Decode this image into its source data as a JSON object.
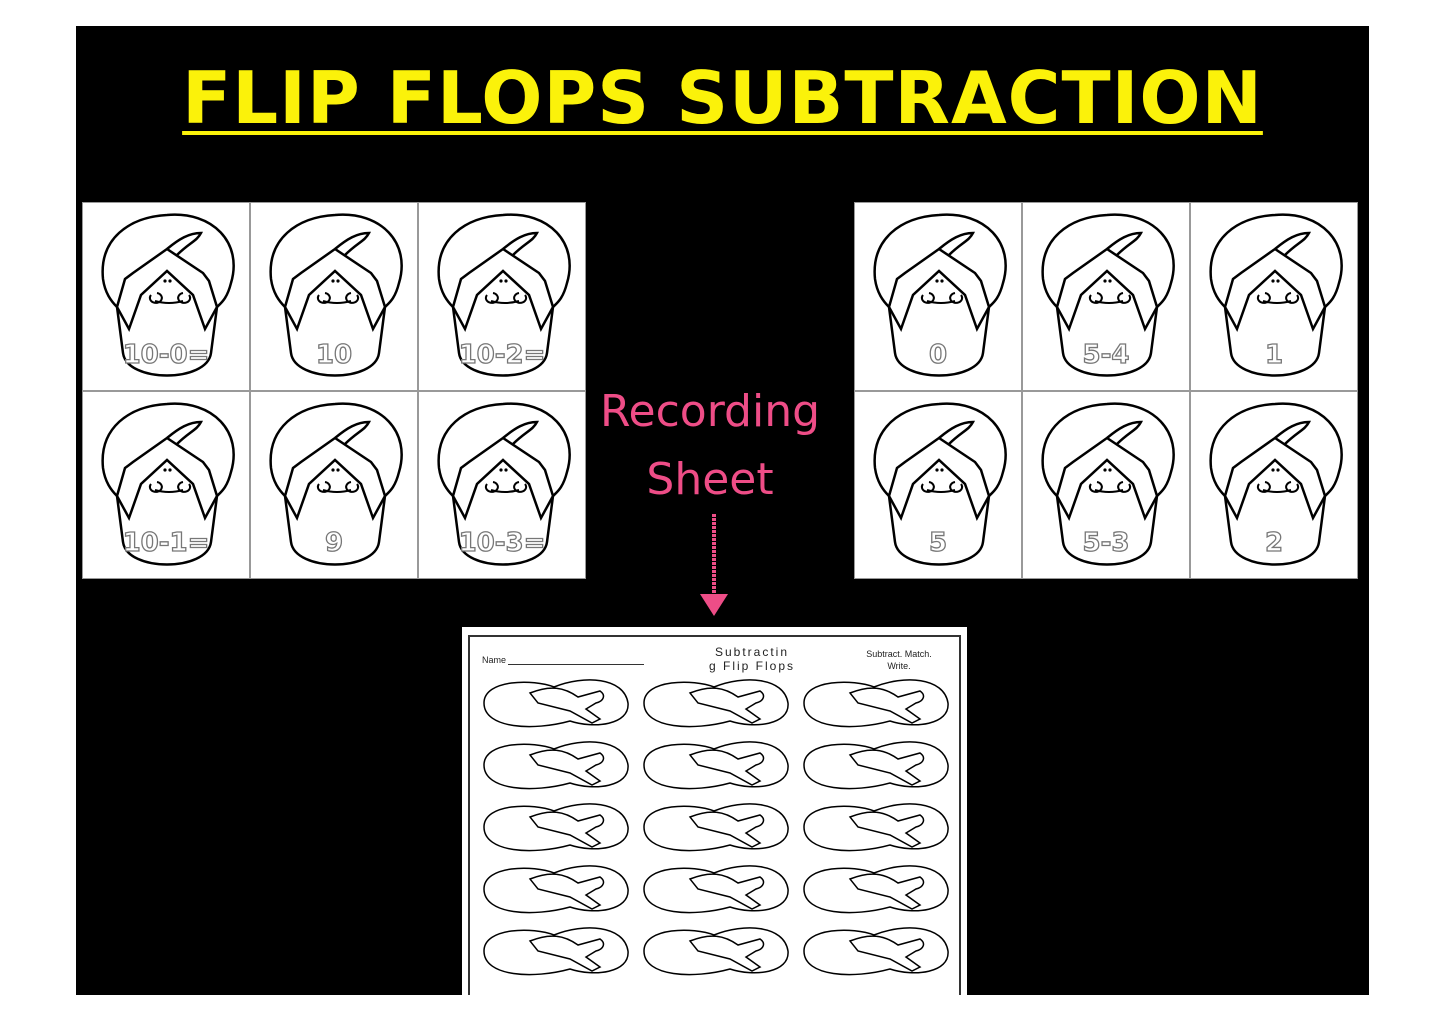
{
  "title": "FLIP FLOPS SUBTRACTION",
  "left_cards": [
    "10-0=",
    "10",
    "10-2=",
    "10-1=",
    "9",
    "10-3="
  ],
  "right_cards": [
    "0",
    "5-4",
    "1",
    "5",
    "5-3",
    "2"
  ],
  "recording_label": {
    "line1": "Recording",
    "line2": "Sheet"
  },
  "sheet": {
    "name_label": "Name",
    "title_line1": "Subtractin",
    "title_line2": "g Flip Flops",
    "instructions_line1": "Subtract.  Match.",
    "instructions_line2": "Write."
  },
  "colors": {
    "title": "#fbf20a",
    "recording": "#ee4d87"
  }
}
